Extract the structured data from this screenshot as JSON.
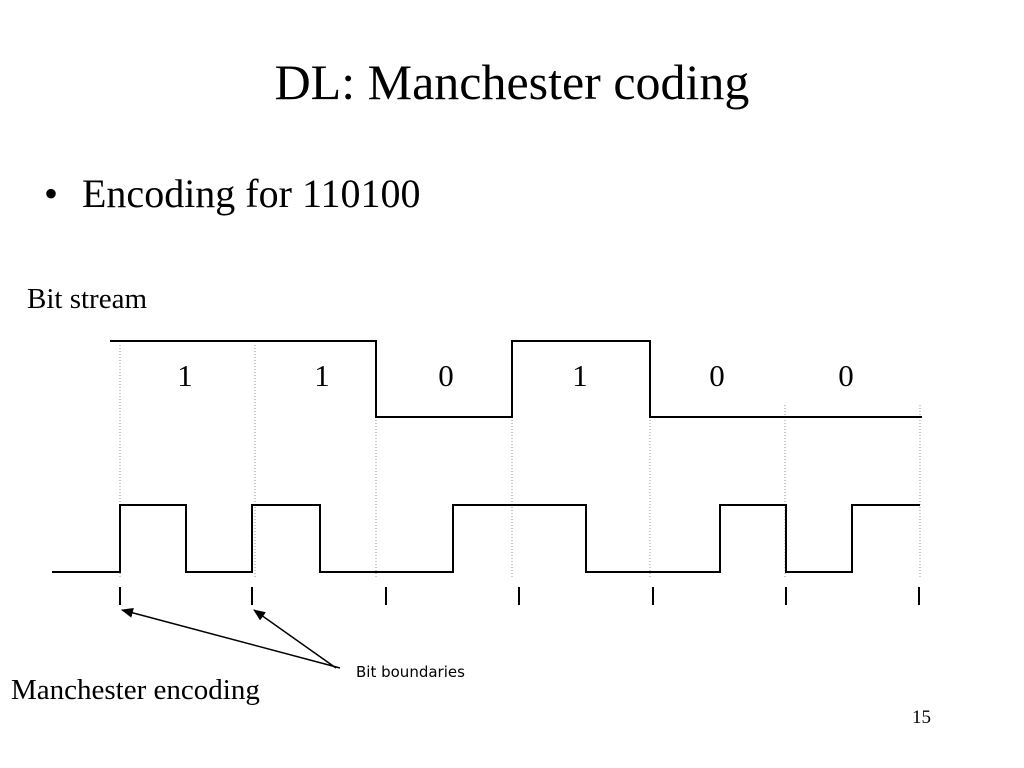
{
  "slide": {
    "title": "DL: Manchester coding",
    "bullet": "Encoding for 110100",
    "page_number": "15"
  },
  "diagram": {
    "bitstream_label": "Bit stream",
    "encoding_label": "Manchester encoding",
    "boundaries_label": "Bit boundaries",
    "bits": [
      "1",
      "1",
      "0",
      "1",
      "0",
      "0"
    ]
  }
}
